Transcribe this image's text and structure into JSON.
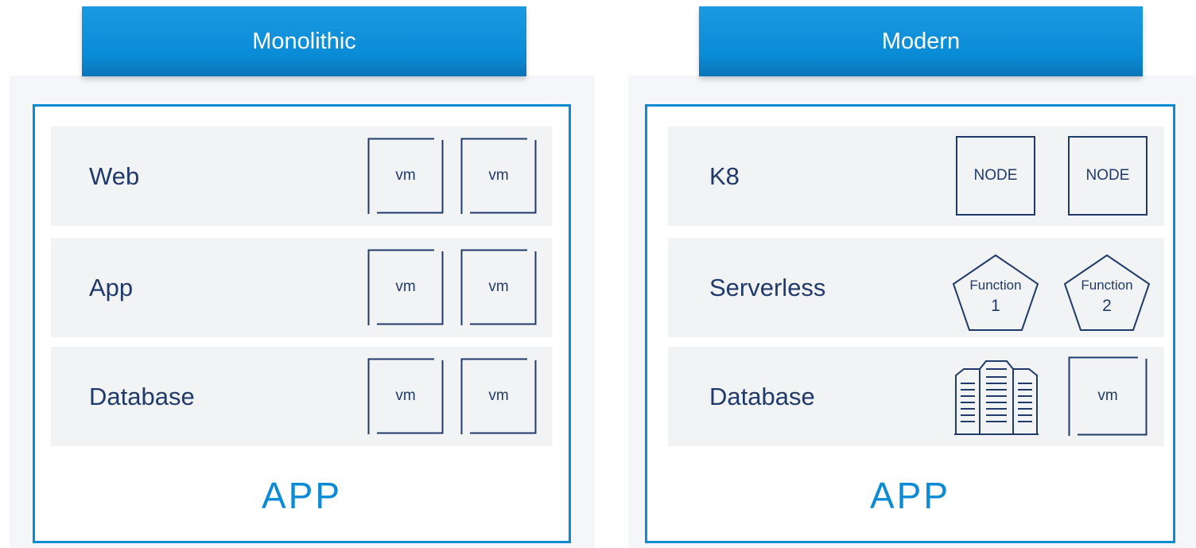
{
  "left": {
    "header": "Monolithic",
    "rows": [
      {
        "label": "Web",
        "box1": "vm",
        "box2": "vm"
      },
      {
        "label": "App",
        "box1": "vm",
        "box2": "vm"
      },
      {
        "label": "Database",
        "box1": "vm",
        "box2": "vm"
      }
    ],
    "app_label": "APP"
  },
  "right": {
    "header": "Modern",
    "rows": [
      {
        "label": "K8",
        "box1": "NODE",
        "box2": "NODE"
      },
      {
        "label": "Serverless",
        "fn1_title": "Function",
        "fn1_num": "1",
        "fn2_title": "Function",
        "fn2_num": "2"
      },
      {
        "label": "Database",
        "icon": "database-buildings-icon",
        "box2": "vm"
      }
    ],
    "app_label": "APP"
  },
  "colors": {
    "header_blue": "#0b8ad5",
    "text_navy": "#1f3a6b",
    "row_gray": "#f2f3f5",
    "panel_gray": "#f4f6fa"
  }
}
